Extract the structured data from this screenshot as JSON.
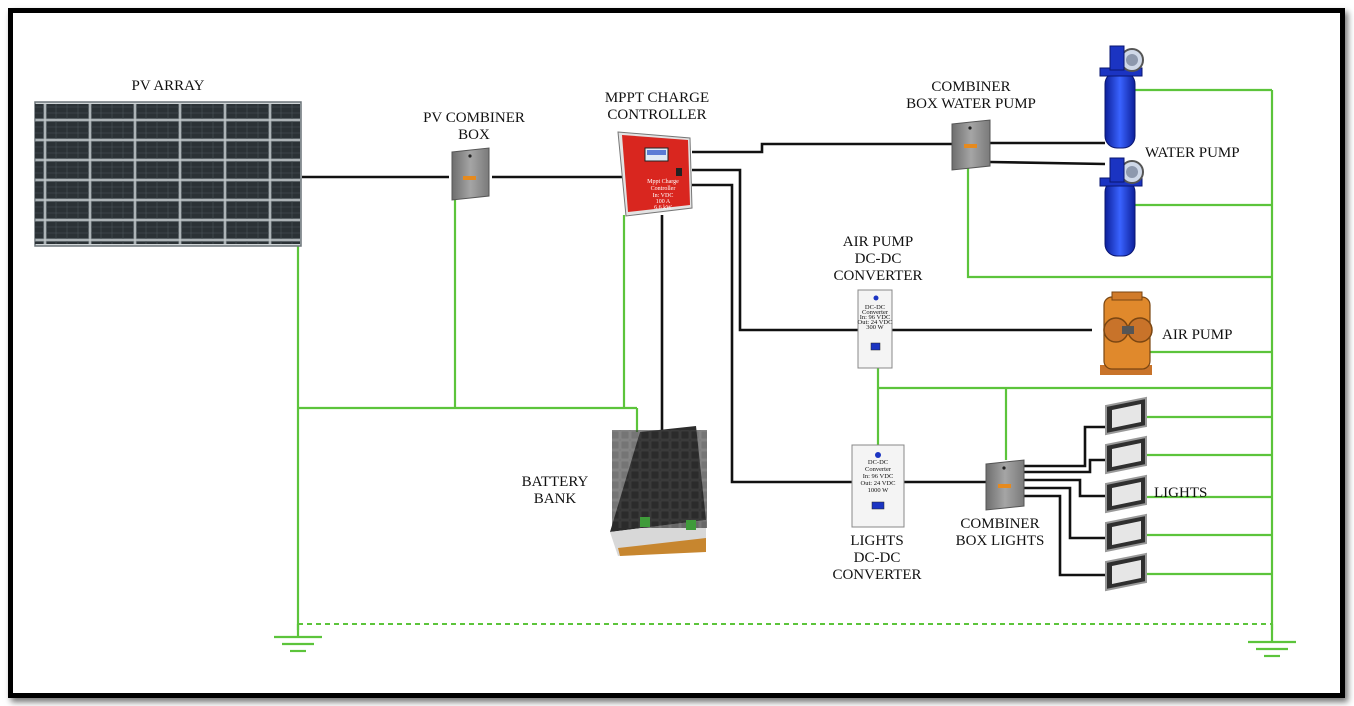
{
  "labels": {
    "pv_array": "PV ARRAY",
    "pv_combiner_l1": "PV COMBINER",
    "pv_combiner_l2": "BOX",
    "mppt_l1": "MPPT CHARGE",
    "mppt_l2": "CONTROLLER",
    "cbwp_l1": "COMBINER",
    "cbwp_l2": "BOX WATER PUMP",
    "water_pump": "WATER PUMP",
    "apdc_l1": "AIR PUMP",
    "apdc_l2": "DC-DC",
    "apdc_l3": "CONVERTER",
    "air_pump": "AIR PUMP",
    "battery_l1": "BATTERY",
    "battery_l2": "BANK",
    "ldc_l1": "LIGHTS",
    "ldc_l2": "DC-DC",
    "ldc_l3": "CONVERTER",
    "cbl_l1": "COMBINER",
    "cbl_l2": "BOX LIGHTS",
    "lights": "LIGHTS"
  },
  "device_text": {
    "mppt_1": "Mppt Charge",
    "mppt_2": "Controller",
    "mppt_3": "In: VDC",
    "mppt_4": "100 A",
    "mppt_5": "6.6 kW",
    "ldc_1": "DC-DC",
    "ldc_2": "Converter",
    "ldc_3": "In: 96 VDC",
    "ldc_4": "Out: 24 VDC",
    "ldc_5": "1000 W",
    "apdc_1": "DC-DC",
    "apdc_2": "Converter",
    "apdc_3": "In: 96 VDC",
    "apdc_4": "Out: 24 VDC",
    "apdc_5": "300 W"
  },
  "colors": {
    "ground_wire": "#5cc43b",
    "power_wire": "#111111",
    "controller": "#d9261f",
    "water_pump": "#1e3fd6",
    "air_pump": "#e0892c",
    "combiner_box": "#8a8a8a"
  }
}
